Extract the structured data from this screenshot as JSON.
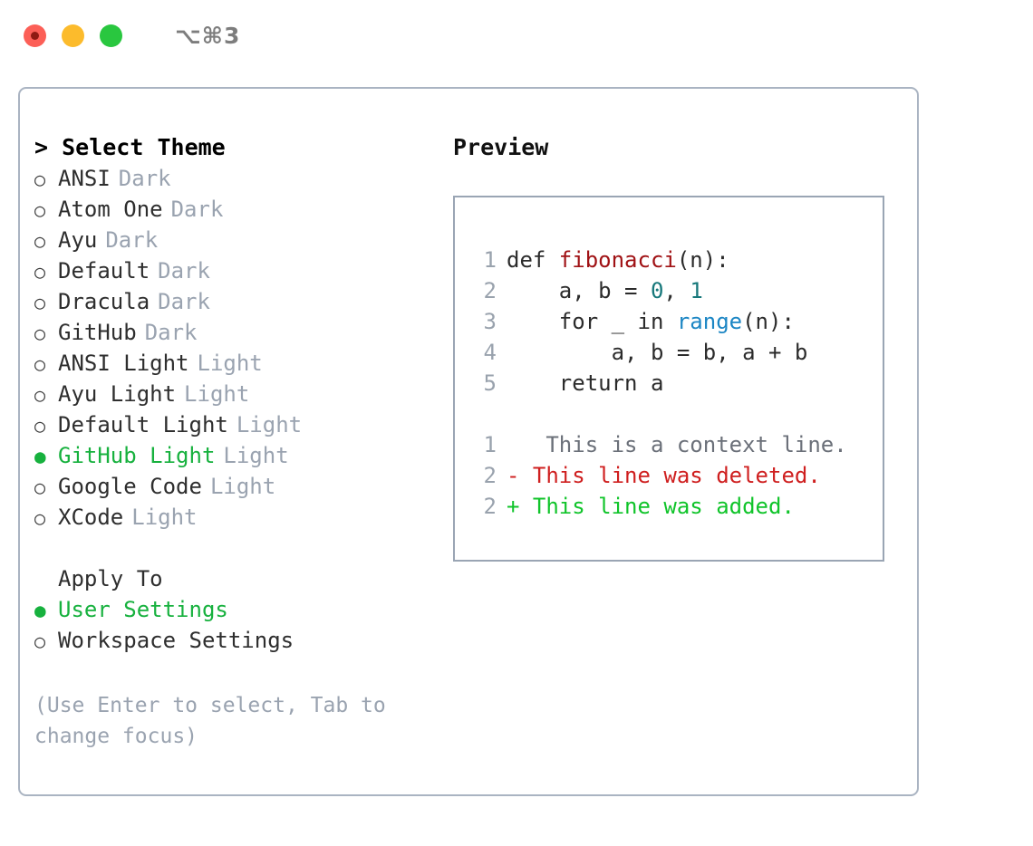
{
  "titlebar": {
    "shortcut": "⌥⌘3",
    "lights": [
      {
        "name": "close",
        "color": "#fc5f57"
      },
      {
        "name": "minimize",
        "color": "#fcbb2c"
      },
      {
        "name": "maximize",
        "color": "#29c73f"
      }
    ]
  },
  "theme_picker": {
    "header": "> Select Theme",
    "options": [
      {
        "marker": "○",
        "name": "ANSI",
        "tag": "Dark",
        "selected": false
      },
      {
        "marker": "○",
        "name": "Atom One",
        "tag": "Dark",
        "selected": false
      },
      {
        "marker": "○",
        "name": "Ayu",
        "tag": "Dark",
        "selected": false
      },
      {
        "marker": "○",
        "name": "Default",
        "tag": "Dark",
        "selected": false
      },
      {
        "marker": "○",
        "name": "Dracula",
        "tag": "Dark",
        "selected": false
      },
      {
        "marker": "○",
        "name": "GitHub",
        "tag": "Dark",
        "selected": false
      },
      {
        "marker": "○",
        "name": "ANSI Light",
        "tag": "Light",
        "selected": false
      },
      {
        "marker": "○",
        "name": "Ayu Light",
        "tag": "Light",
        "selected": false
      },
      {
        "marker": "○",
        "name": "Default Light",
        "tag": "Light",
        "selected": false
      },
      {
        "marker": "●",
        "name": "GitHub Light",
        "tag": "Light",
        "selected": true
      },
      {
        "marker": "○",
        "name": "Google Code",
        "tag": "Light",
        "selected": false
      },
      {
        "marker": "○",
        "name": "XCode",
        "tag": "Light",
        "selected": false
      }
    ]
  },
  "apply_to": {
    "header": "Apply To",
    "options": [
      {
        "marker": "●",
        "name": "User Settings",
        "selected": true
      },
      {
        "marker": "○",
        "name": "Workspace Settings",
        "selected": false
      }
    ]
  },
  "hint": "(Use Enter to select, Tab to change focus)",
  "preview": {
    "title": "Preview",
    "code_lines": [
      {
        "num": "1",
        "parts": [
          {
            "text": "def ",
            "style": "plain"
          },
          {
            "text": "fibonacci",
            "style": "fn"
          },
          {
            "text": "(n):",
            "style": "plain"
          }
        ]
      },
      {
        "num": "2",
        "parts": [
          {
            "text": "    a, b = ",
            "style": "plain"
          },
          {
            "text": "0",
            "style": "num"
          },
          {
            "text": ", ",
            "style": "plain"
          },
          {
            "text": "1",
            "style": "num"
          }
        ]
      },
      {
        "num": "3",
        "parts": [
          {
            "text": "    for _ in ",
            "style": "plain"
          },
          {
            "text": "range",
            "style": "call"
          },
          {
            "text": "(n):",
            "style": "plain"
          }
        ]
      },
      {
        "num": "4",
        "parts": [
          {
            "text": "        a, b = b, a + b",
            "style": "plain"
          }
        ]
      },
      {
        "num": "5",
        "parts": [
          {
            "text": "    return a",
            "style": "plain"
          }
        ]
      }
    ],
    "diff_lines": [
      {
        "num": "1",
        "sign": " ",
        "text": "  This is a context line.",
        "kind": "context"
      },
      {
        "num": "2",
        "sign": "-",
        "text": " This line was deleted.",
        "kind": "deleted"
      },
      {
        "num": "2",
        "sign": "+",
        "text": " This line was added.",
        "kind": "added"
      }
    ]
  },
  "colors": {
    "accent_green": "#17b13e",
    "muted": "#9aa3b0",
    "panel_border": "#aab4c2",
    "preview_border": "#9aa5b4",
    "fn_red": "#a01215",
    "number_teal": "#17787b",
    "call_blue": "#1c86c4",
    "diff_del": "#cf1f1f",
    "diff_add": "#10c42a"
  }
}
